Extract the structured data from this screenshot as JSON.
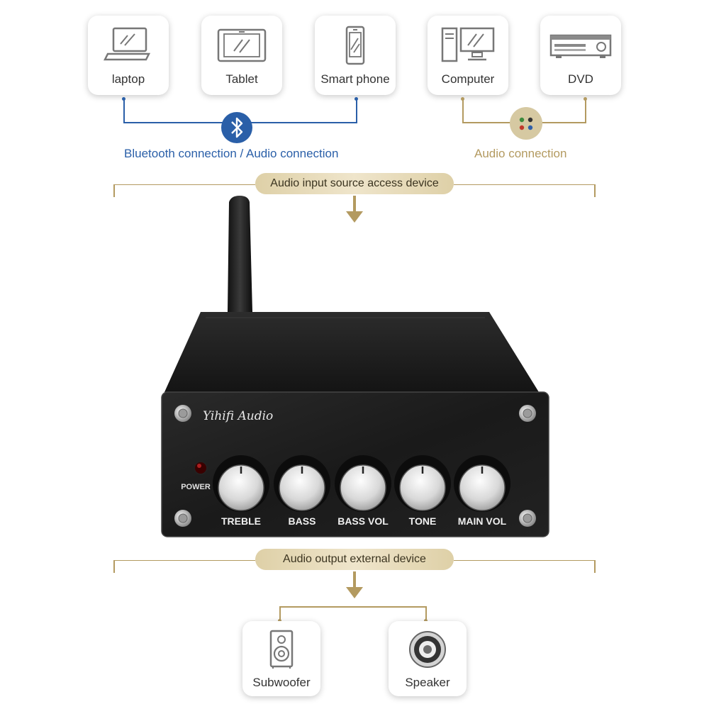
{
  "sources": {
    "laptop": "laptop",
    "tablet": "Tablet",
    "smartphone": "Smart phone",
    "computer": "Computer",
    "dvd": "DVD"
  },
  "connections": {
    "bluetooth_caption": "Bluetooth connection / Audio connection",
    "audio_caption": "Audio connection"
  },
  "banners": {
    "input": "Audio input source access device",
    "output": "Audio output external device"
  },
  "amplifier": {
    "brand": "Yihifi Audio",
    "power_label": "POWER",
    "knobs": [
      "TREBLE",
      "BASS",
      "BASS VOL",
      "TONE",
      "MAIN VOL"
    ]
  },
  "outputs": {
    "subwoofer": "Subwoofer",
    "speaker": "Speaker"
  },
  "colors": {
    "bluetooth": "#2a5fa8",
    "gold": "#b39a60",
    "pill": "#e8dcbc"
  }
}
